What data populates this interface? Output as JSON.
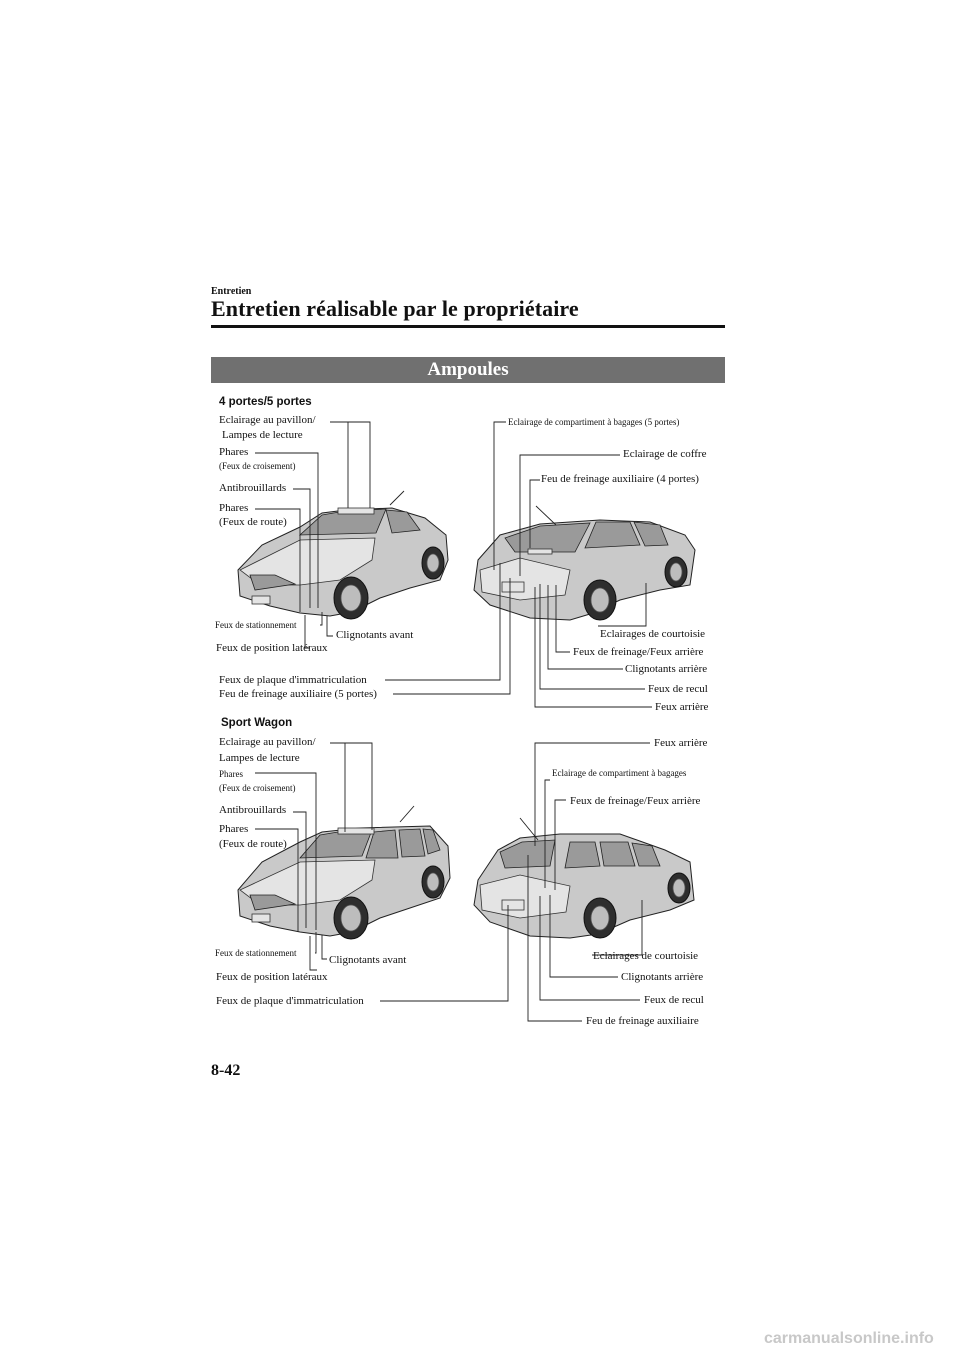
{
  "header": {
    "section": "Entretien",
    "title": "Entretien réalisable par le propriétaire"
  },
  "banner": "Ampoules",
  "sedan": {
    "heading": "4 portes/5 portes",
    "labels": {
      "roof_lamp_1": "Eclairage au pavillon/",
      "roof_lamp_2": "Lampes de lecture",
      "headlight_low_1": "Phares",
      "headlight_low_2": "(Feux de croisement)",
      "fog": "Antibrouillards",
      "headlight_high_1": "Phares",
      "headlight_high_2": "(Feux de route)",
      "parking": "Feux de stationnement",
      "front_turn": "Clignotants avant",
      "side_marker": "Feux de position latéraux",
      "license": "Feux de plaque d'immatriculation",
      "aux_brake_5": "Feu de freinage auxiliaire (5 portes)",
      "cargo_5": "Eclairage de compartiment à bagages (5 portes)",
      "trunk": "Eclairage de coffre",
      "aux_brake_4": "Feu de freinage auxiliaire (4 portes)",
      "courtesy": "Eclairages de courtoisie",
      "brake_tail": "Feux de freinage/Feux arrière",
      "rear_turn": "Clignotants arrière",
      "reverse": "Feux de recul",
      "tail": "Feux arrière"
    }
  },
  "wagon": {
    "heading": "Sport Wagon",
    "labels": {
      "roof_lamp_1": "Eclairage au pavillon/",
      "roof_lamp_2": "Lampes de lecture",
      "headlight_low_1": "Phares",
      "headlight_low_2": "(Feux de croisement)",
      "fog": "Antibrouillards",
      "headlight_high_1": "Phares",
      "headlight_high_2": "(Feux de route)",
      "parking": "Feux de stationnement",
      "front_turn": "Clignotants avant",
      "side_marker": "Feux de position latéraux",
      "license": "Feux de plaque d'immatriculation",
      "tail": "Feux arrière",
      "cargo": "Eclairage de compartiment à bagages",
      "brake_tail": "Feux de freinage/Feux arrière",
      "courtesy": "Eclairages de courtoisie",
      "rear_turn": "Clignotants arrière",
      "reverse": "Feux de recul",
      "aux_brake": "Feu de freinage auxiliaire"
    }
  },
  "page_number": "8-42",
  "watermark": "carmanualsonline.info"
}
